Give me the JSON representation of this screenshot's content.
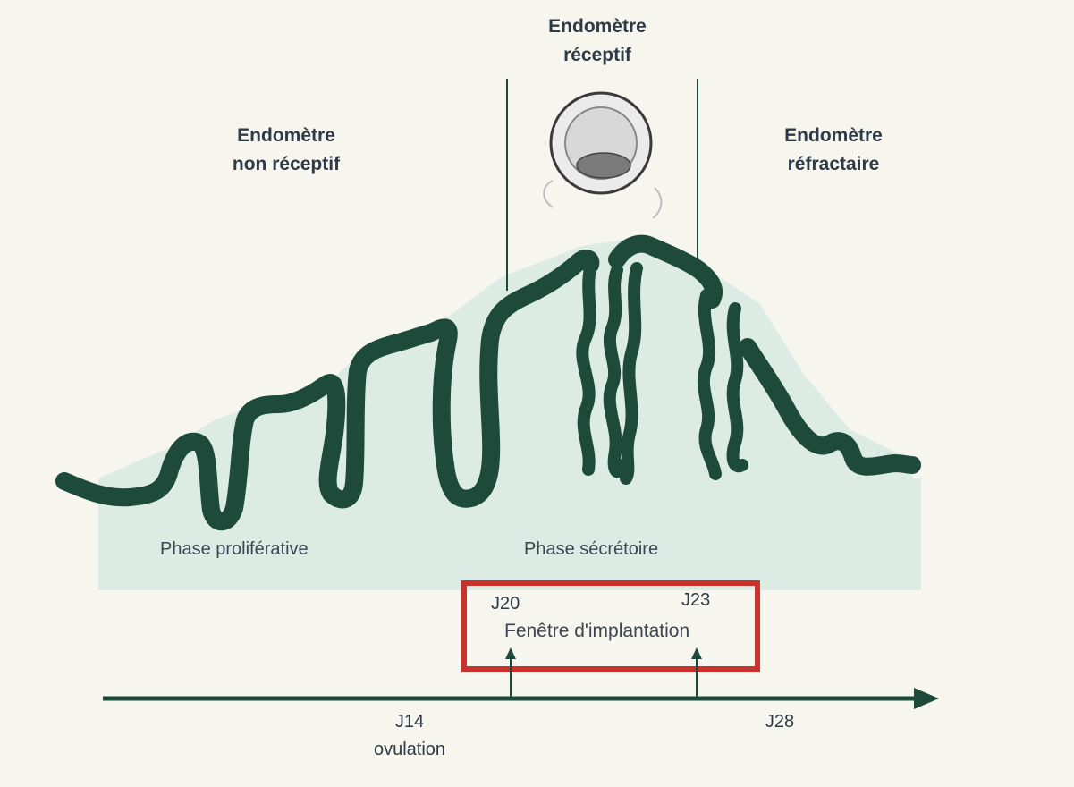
{
  "headers": {
    "left": {
      "line1": "Endomètre",
      "line2": "non réceptif"
    },
    "center": {
      "line1": "Endomètre",
      "line2": "réceptif"
    },
    "right": {
      "line1": "Endomètre",
      "line2": "réfractaire"
    }
  },
  "phases": {
    "proliferative": "Phase proliférative",
    "secretory": "Phase sécrétoire"
  },
  "window": {
    "title": "Fenêtre d'implantation",
    "start": "J20",
    "end": "J23"
  },
  "axis": {
    "ovulation_day": "J14",
    "ovulation_label": "ovulation",
    "end_day": "J28"
  },
  "colors": {
    "tissue": "#1d4a3a",
    "band": "#dcebe4",
    "window_border": "#c8332b",
    "text": "#2e3a48"
  }
}
